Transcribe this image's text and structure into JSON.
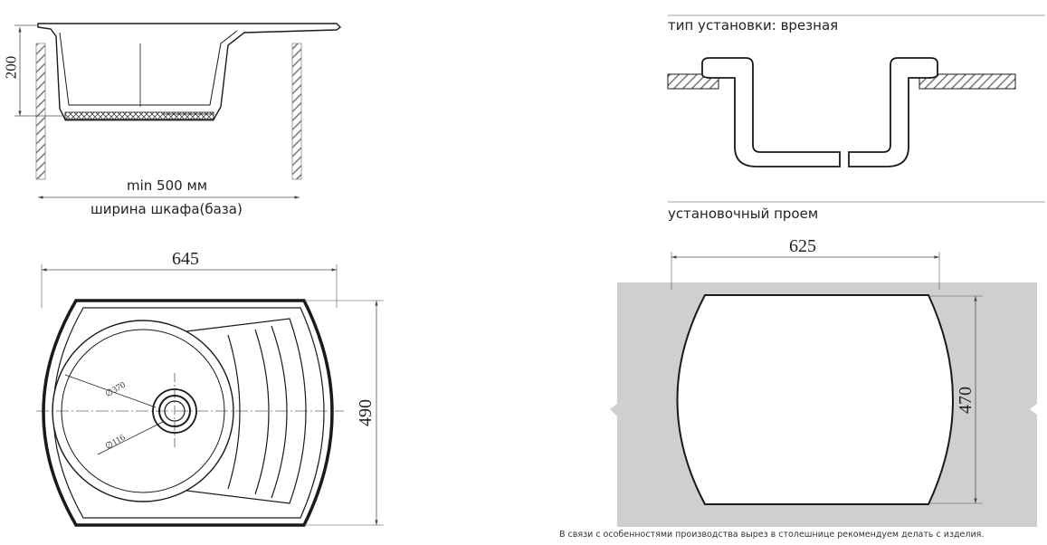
{
  "side_view": {
    "depth_label": "200",
    "min_width_label": "min 500 мм",
    "cabinet_label": "ширина шкафа(база)"
  },
  "top_view": {
    "width_label": "645",
    "height_label": "490",
    "bowl_diameter_label": "∅370",
    "drain_diameter_label": "∅116"
  },
  "installation": {
    "type_label": "тип установки: врезная"
  },
  "cutout": {
    "title_label": "установочный проем",
    "width_label": "625",
    "height_label": "470",
    "note": "В связи с особенностями производства вырез в столешнице рекомендуем делать с изделия."
  },
  "colors": {
    "line": "#1a1a1a",
    "dim_line": "#555555",
    "countertop": "#cfcfcf",
    "hatch": "#777777"
  }
}
